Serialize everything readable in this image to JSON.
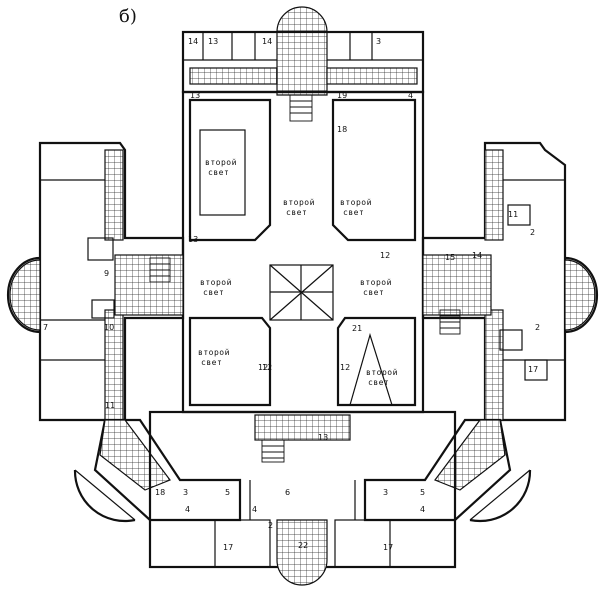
{
  "panel_label": "б)",
  "hall_label_line1": "второй",
  "hall_label_line2": "свет",
  "room_numbers": {
    "n14a": "14",
    "n13a": "13",
    "n14b": "14",
    "n3a": "3",
    "n13b": "13",
    "n19": "19",
    "n4a": "4",
    "n18": "18",
    "n12a": "12",
    "n13c": "13",
    "n9a": "9",
    "n10a": "10",
    "n7a": "7",
    "n15": "15",
    "n14c": "14",
    "n12b": "12",
    "n21": "21",
    "n12c": "12",
    "n12d": "12",
    "n11a": "11",
    "n11b": "11",
    "n2a": "2",
    "n17a": "17",
    "n2b": "2",
    "n13d": "13",
    "n3b": "3",
    "n4b": "4",
    "n6a": "6",
    "n5a": "5",
    "n4c": "4",
    "n3c": "3",
    "n5b": "5",
    "n4d": "4",
    "n17b": "17",
    "n17c": "17",
    "n2c": "2",
    "n22": "22"
  }
}
